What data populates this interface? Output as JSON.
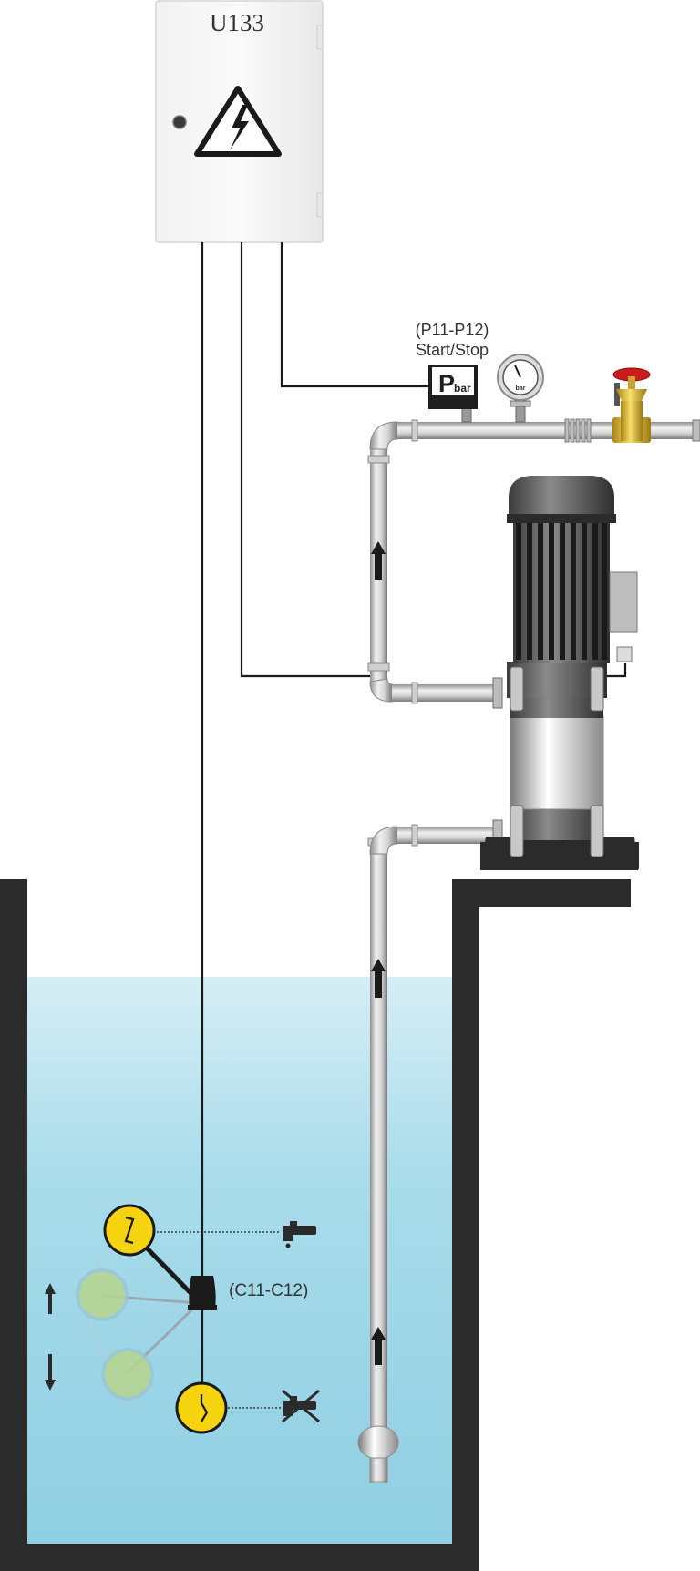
{
  "control_box": {
    "label": "U133"
  },
  "pressure_switch": {
    "label_line1": "(P11-P12)",
    "label_line2": "Start/Stop",
    "symbol": "P",
    "symbol_sub": "bar"
  },
  "gauge": {
    "unit": "bar"
  },
  "float_switch": {
    "label": "(C11-C12)"
  },
  "colors": {
    "water_top": "#d6eef5",
    "water_bottom": "#8fcfe2",
    "wall": "#2b2b2b",
    "float": "#f5d30f",
    "valve": "#cc1b1b"
  },
  "icons": [
    "high-voltage-icon",
    "tap-on-icon",
    "tap-off-icon",
    "arrow-up-icon",
    "arrow-down-icon"
  ]
}
